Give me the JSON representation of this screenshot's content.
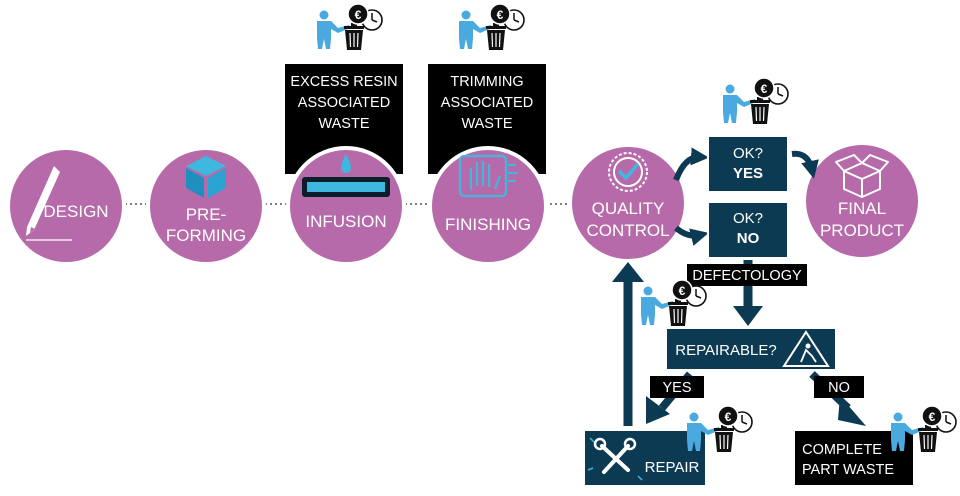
{
  "colors": {
    "stage_fill": "#b76aa9",
    "stage_stroke": "#ffffff",
    "navy": "#0c3a52",
    "black": "#000000",
    "cyan": "#3fb8e0",
    "person_blue": "#4aa9de"
  },
  "stages": {
    "design": "DESIGN",
    "preforming_1": "PRE-",
    "preforming_2": "FORMING",
    "infusion": "INFUSION",
    "finishing": "FINISHING",
    "quality_1": "QUALITY",
    "quality_2": "CONTROL",
    "final_1": "FINAL",
    "final_2": "PRODUCT"
  },
  "waste_boxes": {
    "resin_1": "EXCESS RESIN",
    "resin_2": "ASSOCIATED",
    "resin_3": "WASTE",
    "trim_1": "TRIMMING",
    "trim_2": "ASSOCIATED",
    "trim_3": "WASTE"
  },
  "decisions": {
    "ok_q": "OK?",
    "yes": "YES",
    "no": "NO",
    "defectology": "DEFECTOLOGY",
    "repairable": "REPAIRABLE?",
    "yes_label": "YES",
    "no_label": "NO",
    "repair": "REPAIR",
    "waste_1": "COMPLETE",
    "waste_2": "PART WASTE"
  },
  "icons": {
    "cost_symbol": "€",
    "design": "pencil-icon",
    "preforming": "cube-icon",
    "infusion": "resin-drop-icon",
    "finishing": "hand-sanding-icon",
    "quality": "check-badge-icon",
    "final": "open-box-icon",
    "repairable": "worker-warning-icon",
    "repair": "wrench-icon",
    "waste_indicator": "person-trash-cost-time-icon"
  }
}
